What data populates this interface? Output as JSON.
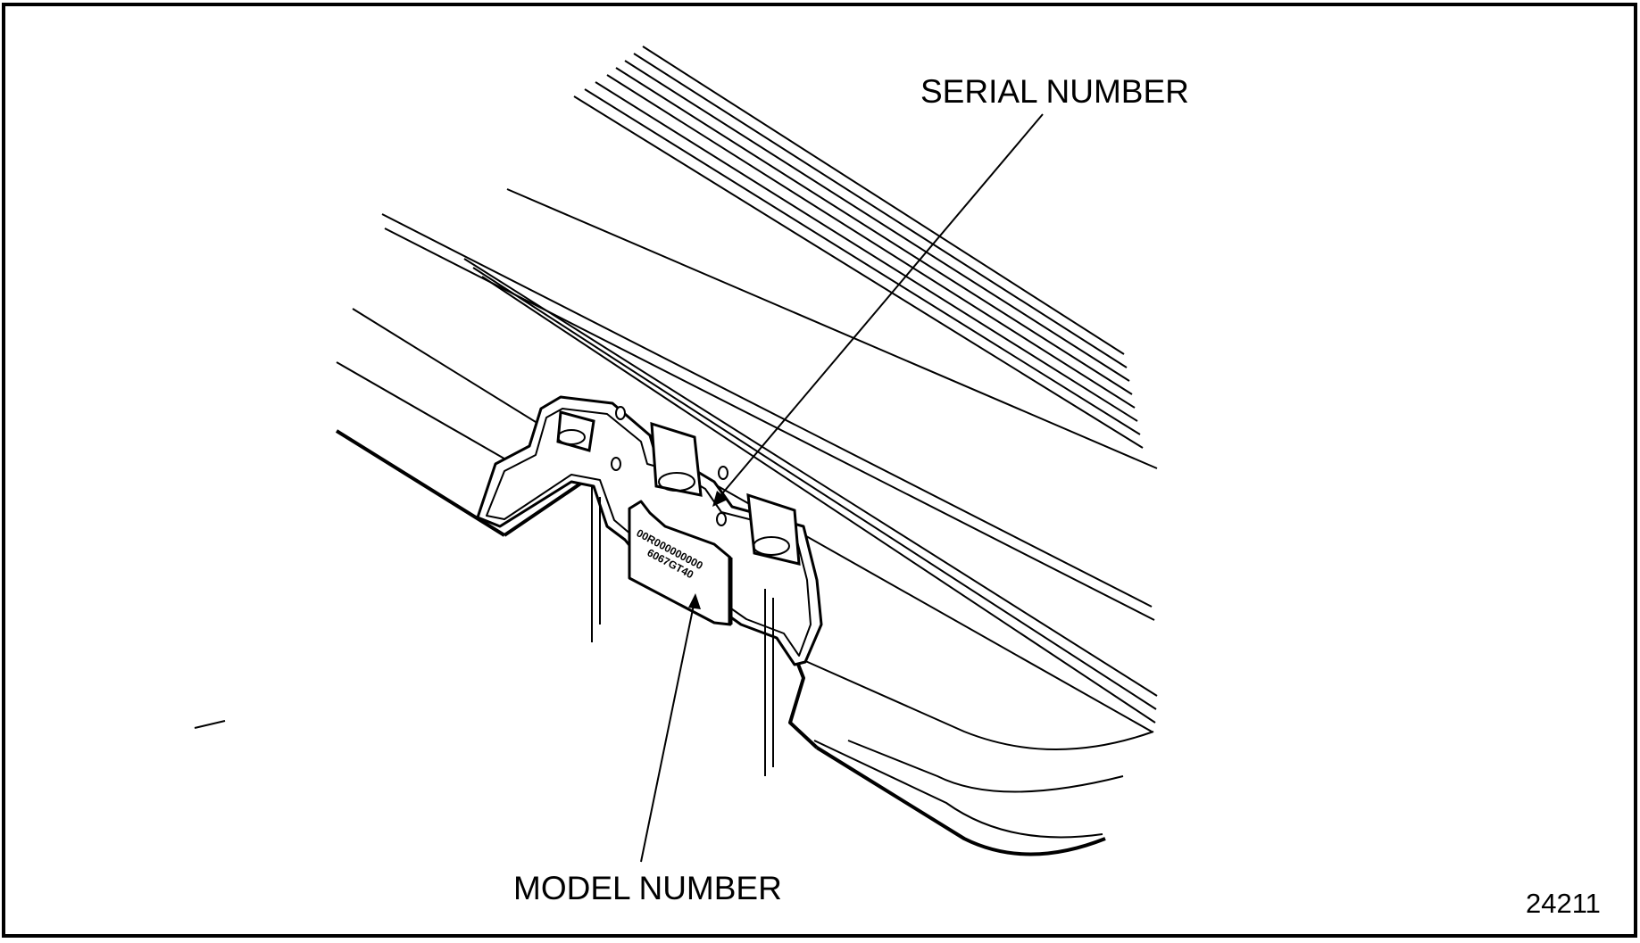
{
  "callouts": {
    "serial_number": "SERIAL NUMBER",
    "model_number": "MODEL NUMBER"
  },
  "figure_number": "24211",
  "plate": {
    "serial_text": "00R000000000",
    "model_text": "6067GT40"
  },
  "colors": {
    "line": "#000000",
    "background": "#ffffff"
  }
}
